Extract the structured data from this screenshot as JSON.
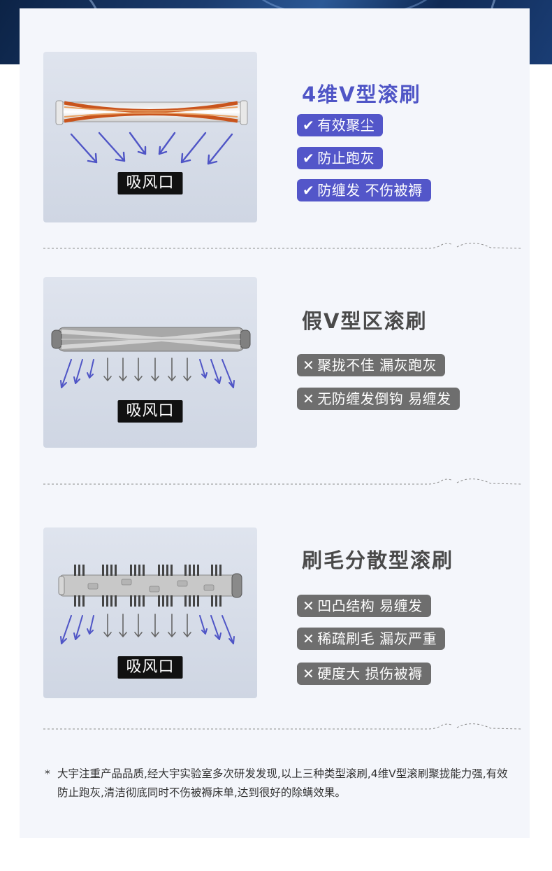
{
  "sections": [
    {
      "title": "4维V型滚刷",
      "inlet": "吸风口",
      "tags": [
        {
          "mark": "✔",
          "text": "有效聚尘"
        },
        {
          "mark": "✔",
          "text": "防止跑灰"
        },
        {
          "mark": "✔",
          "text": "防缠发 不伤被褥"
        }
      ]
    },
    {
      "title": "假V型区滚刷",
      "inlet": "吸风口",
      "tags": [
        {
          "mark": "✕",
          "text": "聚拢不佳 漏灰跑灰"
        },
        {
          "mark": "✕",
          "text": "无防缠发倒钩 易缠发"
        }
      ]
    },
    {
      "title": "刷毛分散型滚刷",
      "inlet": "吸风口",
      "tags": [
        {
          "mark": "✕",
          "text": "凹凸结构 易缠发"
        },
        {
          "mark": "✕",
          "text": "稀疏刷毛 漏灰严重"
        },
        {
          "mark": "✕",
          "text": "硬度大 损伤被褥"
        }
      ]
    }
  ],
  "note": {
    "star": "*",
    "text": "大宇注重产品品质,经大宇实验室多次研发发现,以上三种类型滚刷,4维V型滚刷聚拢能力强,有效防止跑灰,清洁彻底同时不伤被褥床单,达到很好的除螨效果。"
  },
  "colors": {
    "accent": "#5356c9",
    "negative": "#6e6e6e",
    "arrow_blue": "#4f55c6"
  },
  "icons": [
    "check-icon",
    "cross-icon",
    "arrow-icon"
  ]
}
